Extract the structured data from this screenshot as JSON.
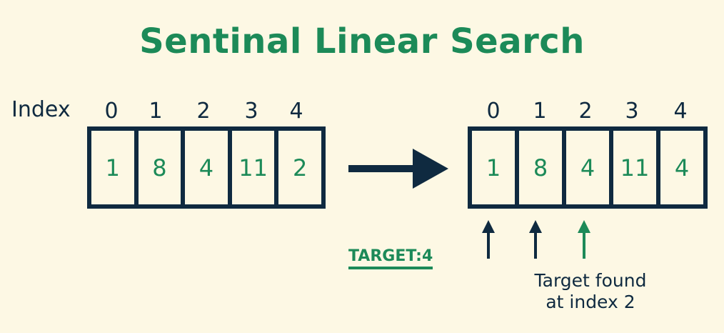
{
  "title": "Sentinal Linear Search",
  "index_label": "Index",
  "left_array": {
    "indices": [
      "0",
      "1",
      "2",
      "3",
      "4"
    ],
    "values": [
      "1",
      "8",
      "4",
      "11",
      "2"
    ]
  },
  "right_array": {
    "indices": [
      "0",
      "1",
      "2",
      "3",
      "4"
    ],
    "values": [
      "1",
      "8",
      "4",
      "11",
      "4"
    ]
  },
  "target_label": "TARGET:4",
  "result_line1": "Target found",
  "result_line2": "at index 2",
  "colors": {
    "background": "#fdf8e4",
    "green": "#1c8a58",
    "navy": "#0f2a40"
  }
}
